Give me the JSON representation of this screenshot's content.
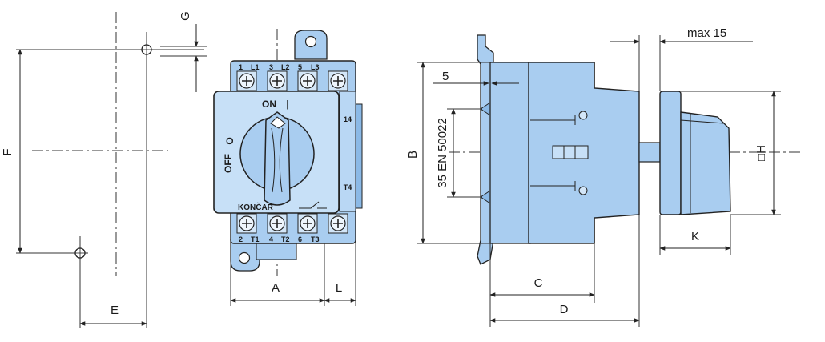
{
  "front_view": {
    "dimension_labels": {
      "a": "A",
      "e": "E",
      "f": "F",
      "g": "G",
      "l": "L"
    },
    "switch_labels": {
      "on": "ON",
      "off": "OFF",
      "off_symbol": "O",
      "on_symbol": "|"
    },
    "brand": "KONČAR",
    "top_terminals": [
      "1",
      "L1",
      "3",
      "L2",
      "5",
      "L3"
    ],
    "bottom_terminals": [
      "2",
      "T1",
      "4",
      "T2",
      "6",
      "T3"
    ],
    "side_terminals": [
      "14",
      "T4"
    ]
  },
  "side_view": {
    "dimension_labels": {
      "b": "B",
      "c": "C",
      "d": "D",
      "h": "□H",
      "k": "K",
      "max": "max 15",
      "five": "5"
    },
    "rail_label": "35 EN 50022"
  },
  "colors": {
    "body": "#a9cdf0",
    "body_light": "#c7e0f7",
    "outline": "#222222",
    "screw": "#eef5fc"
  }
}
